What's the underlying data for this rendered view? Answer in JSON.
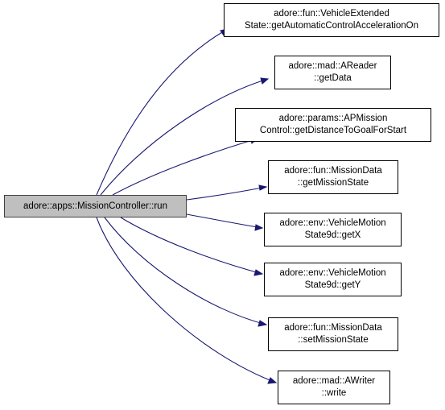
{
  "graph": {
    "root": {
      "lines": [
        "adore::apps::MissionController::run"
      ]
    },
    "callees": [
      {
        "lines": [
          "adore::fun::VehicleExtended",
          "State::getAutomaticControlAccelerationOn"
        ]
      },
      {
        "lines": [
          "adore::mad::AReader",
          "::getData"
        ]
      },
      {
        "lines": [
          "adore::params::APMission",
          "Control::getDistanceToGoalForStart"
        ]
      },
      {
        "lines": [
          "adore::fun::MissionData",
          "::getMissionState"
        ]
      },
      {
        "lines": [
          "adore::env::VehicleMotion",
          "State9d::getX"
        ]
      },
      {
        "lines": [
          "adore::env::VehicleMotion",
          "State9d::getY"
        ]
      },
      {
        "lines": [
          "adore::fun::MissionData",
          "::setMissionState"
        ]
      },
      {
        "lines": [
          "adore::mad::AWriter",
          "::write"
        ]
      }
    ],
    "edge_color": "#191970"
  }
}
